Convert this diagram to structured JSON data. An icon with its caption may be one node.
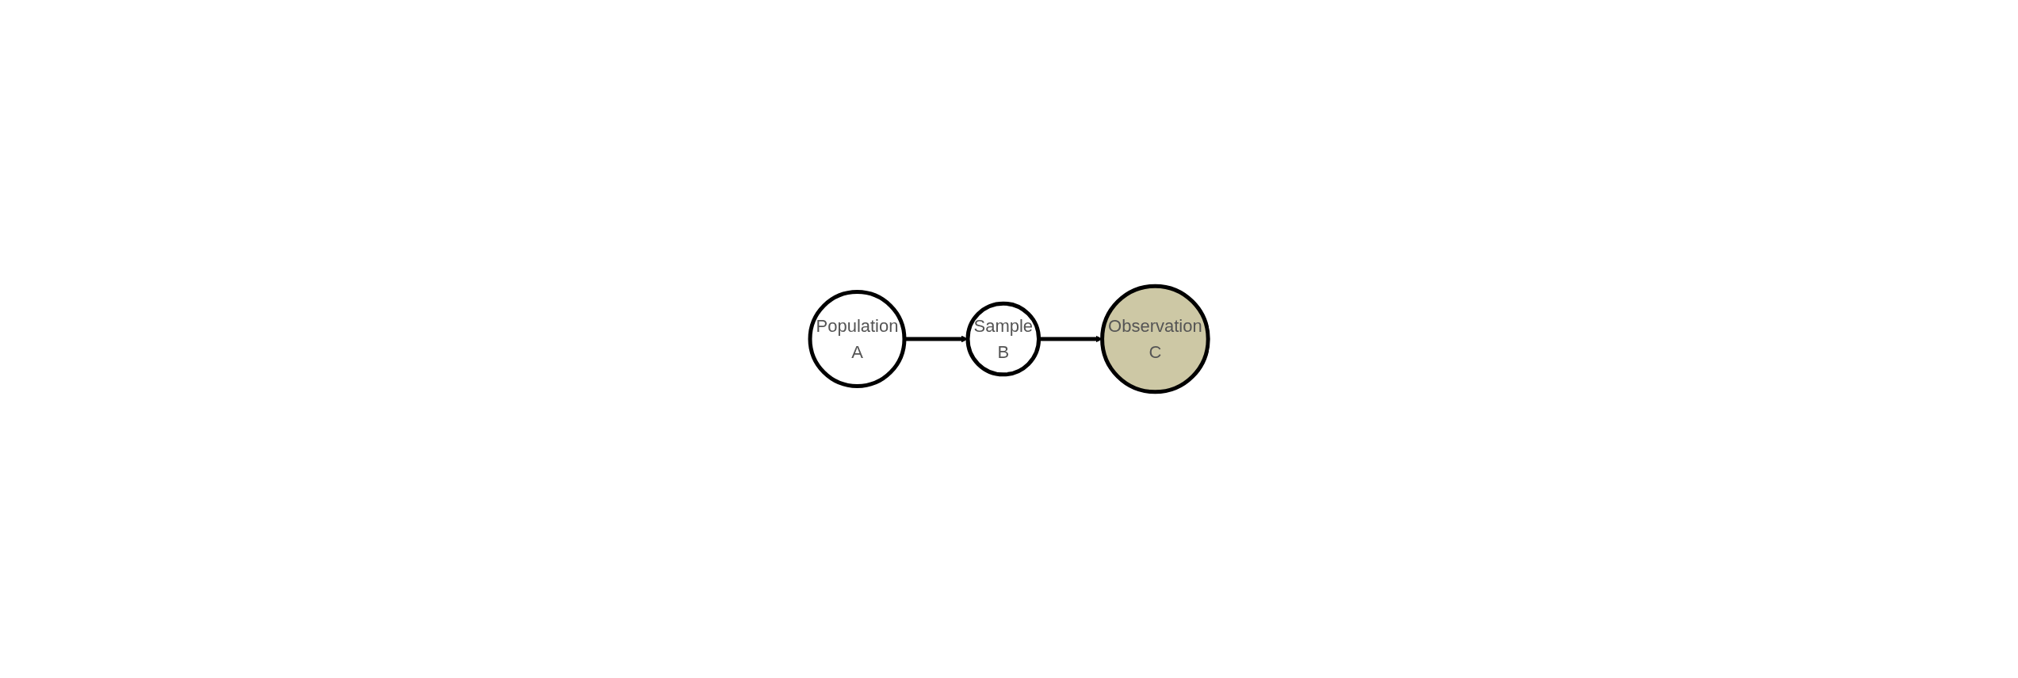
{
  "diagram": {
    "nodes": [
      {
        "text": [
          "Population",
          "A"
        ]
      },
      {
        "text": [
          "Sample",
          "B"
        ]
      },
      {
        "text": [
          "Observation",
          "C"
        ]
      }
    ],
    "edges": [
      {
        "from": 0,
        "to": 1,
        "arrow": "to"
      },
      {
        "from": 1,
        "to": 2,
        "arrow": "to"
      }
    ]
  }
}
